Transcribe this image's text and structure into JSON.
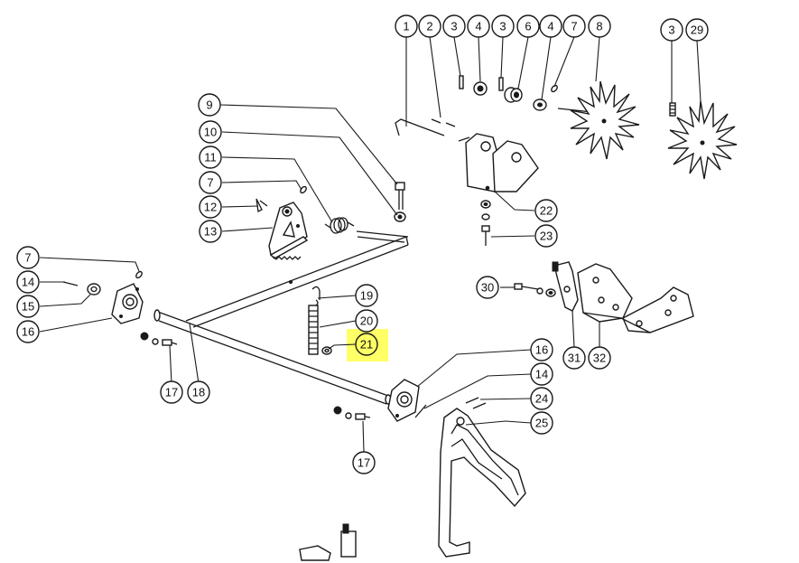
{
  "highlight_color": "#ffff66",
  "line_color": "#1a1a1a",
  "callouts": [
    {
      "id": "c-1",
      "label": "1"
    },
    {
      "id": "c-2",
      "label": "2"
    },
    {
      "id": "c-3a",
      "label": "3"
    },
    {
      "id": "c-4a",
      "label": "4"
    },
    {
      "id": "c-3b",
      "label": "3"
    },
    {
      "id": "c-6",
      "label": "6"
    },
    {
      "id": "c-4b",
      "label": "4"
    },
    {
      "id": "c-7a",
      "label": "7"
    },
    {
      "id": "c-8",
      "label": "8"
    },
    {
      "id": "c-3c",
      "label": "3"
    },
    {
      "id": "c-29",
      "label": "29"
    },
    {
      "id": "c-9",
      "label": "9"
    },
    {
      "id": "c-10",
      "label": "10"
    },
    {
      "id": "c-11",
      "label": "11"
    },
    {
      "id": "c-7b",
      "label": "7"
    },
    {
      "id": "c-12",
      "label": "12"
    },
    {
      "id": "c-13",
      "label": "13"
    },
    {
      "id": "c-7c",
      "label": "7"
    },
    {
      "id": "c-14a",
      "label": "14"
    },
    {
      "id": "c-15",
      "label": "15"
    },
    {
      "id": "c-16a",
      "label": "16"
    },
    {
      "id": "c-19",
      "label": "19"
    },
    {
      "id": "c-20",
      "label": "20"
    },
    {
      "id": "c-21",
      "label": "21",
      "highlighted": true
    },
    {
      "id": "c-17a",
      "label": "17"
    },
    {
      "id": "c-18",
      "label": "18"
    },
    {
      "id": "c-22",
      "label": "22"
    },
    {
      "id": "c-23",
      "label": "23"
    },
    {
      "id": "c-30",
      "label": "30"
    },
    {
      "id": "c-31",
      "label": "31"
    },
    {
      "id": "c-32",
      "label": "32"
    },
    {
      "id": "c-16b",
      "label": "16"
    },
    {
      "id": "c-14b",
      "label": "14"
    },
    {
      "id": "c-24",
      "label": "24"
    },
    {
      "id": "c-25",
      "label": "25"
    },
    {
      "id": "c-17b",
      "label": "17"
    }
  ]
}
